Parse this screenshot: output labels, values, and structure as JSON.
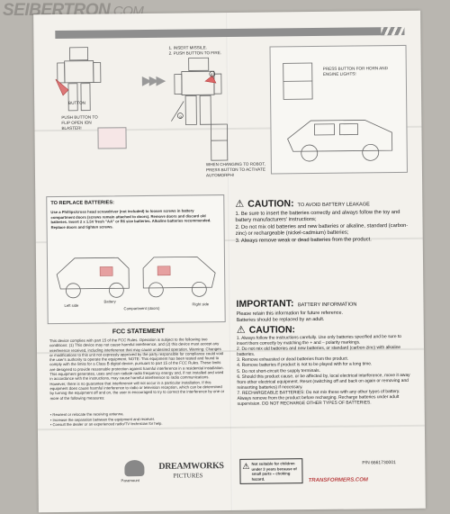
{
  "watermark": {
    "brand": "SEIBERTRON",
    "suffix": ".COM"
  },
  "instructions": {
    "step1": "1. Insert missile.",
    "step2": "2. Push button to fire.",
    "button_label": "Button",
    "push_button_caption": "Push button to flip open ion blaster!",
    "changing_caption": "When changing to robot, press button to activate autoMorph!",
    "truck_caption": "Press button for horn and engine lights!",
    "callout_a": "A",
    "callout_b": "B"
  },
  "batteries": {
    "title": "TO REPLACE BATTERIES:",
    "text": "Use a Phillips/cross head screwdriver (not included) to loosen screws in battery compartment doors (screws remain attached to doors). Remove doors and discard old batteries. Insert 2 x 1.5V fresh \"AA\" or R6 size batteries. Alkaline batteries recommended. Replace doors and tighten screws.",
    "label_left": "Left side",
    "label_battery": "Battery",
    "label_compartment": "Compartment (doors)",
    "label_right": "Right side"
  },
  "fcc": {
    "title": "FCC STATEMENT",
    "body": "This device complies with part 15 of the FCC Rules. Operation is subject to the following two conditions: (1) This device may not cause harmful interference, and (2) this device must accept any interference received, including interference that may cause undesired operation. Warning: Changes or modifications to this unit not expressly approved by the party responsible for compliance could void the user's authority to operate the equipment. NOTE: This equipment has been tested and found to comply with the limits for a Class B digital device, pursuant to part 15 of the FCC Rules. These limits are designed to provide reasonable protection against harmful interference in a residential installation. This equipment generates, uses and can radiate radio frequency energy and, if not installed and used in accordance with the instructions, may cause harmful interference to radio communications. However, there is no guarantee that interference will not occur in a particular installation. If this equipment does cause harmful interference to radio or television reception, which can be determined by turning the equipment off and on, the user is encouraged to try to correct the interference by one or more of the following measures:",
    "bullets": [
      "• Reorient or relocate the receiving antenna.",
      "• Increase the separation between the equipment and receiver.",
      "• Consult the dealer or an experienced radio/TV technician for help."
    ]
  },
  "caution1": {
    "title": "CAUTION:",
    "subtitle": "TO AVOID BATTERY LEAKAGE",
    "items": [
      "1. Be sure to insert the batteries correctly and always follow the toy and battery manufacturers' instructions;",
      "2. Do not mix old batteries and new batteries or alkaline, standard (carbon-zinc) or rechargeable (nickel-cadmium) batteries;",
      "3. Always remove weak or dead batteries from the product."
    ]
  },
  "important": {
    "title": "IMPORTANT:",
    "subtitle": "BATTERY INFORMATION",
    "line1": "Please retain this information for future reference.",
    "line2": "Batteries should be replaced by an adult."
  },
  "caution2": {
    "title": "CAUTION:",
    "items": [
      "1. Always follow the instructions carefully. Use only batteries specified and be sure to insert them correctly by matching the + and – polarity markings.",
      "2. Do not mix old batteries and new batteries, or standard (carbon-zinc) with alkaline batteries.",
      "3. Remove exhausted or dead batteries from the product.",
      "4. Remove batteries if product is not to be played with for a long time.",
      "5. Do not short-circuit the supply terminals.",
      "6. Should this product cause, or be affected by, local electrical interference, move it away from other electrical equipment. Reset (switching off and back on again or removing and reinserting batteries) if necessary.",
      "7. RECHARGEABLE BATTERIES: Do not mix these with any other types of battery. Always remove from the product before recharging. Recharge batteries under adult supervision. DO NOT RECHARGE OTHER TYPES OF BATTERIES."
    ]
  },
  "footer": {
    "paramount": "Paramount",
    "dreamworks": "DREAMWORKS",
    "dreamworks_sub": "PICTURES",
    "warning": "Not suitable for children under 3 years because of small parts – choking hazard.",
    "tfsite": "TRANSFORMERS.COM",
    "part_number": "P/N 6661730001"
  }
}
